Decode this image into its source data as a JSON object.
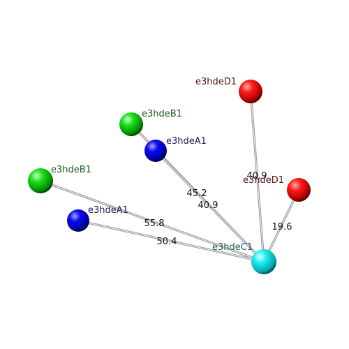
{
  "atoms": [
    {
      "id": "D1a",
      "label": "e3hdeD1",
      "element": "D",
      "color": "#ff0000",
      "label_color": "#5a1212"
    },
    {
      "id": "B1a",
      "label": "e3hdeB1",
      "element": "B",
      "color": "#00dd00",
      "label_color": "#1f5a1f"
    },
    {
      "id": "A1a",
      "label": "e3hdeA1",
      "element": "A",
      "color": "#0000ee",
      "label_color": "#1a1a5e"
    },
    {
      "id": "B1b",
      "label": "e3hdeB1",
      "element": "B",
      "color": "#00dd00",
      "label_color": "#1f5a1f"
    },
    {
      "id": "D1b",
      "label": "e3hdeD1",
      "element": "D",
      "color": "#ff0000",
      "label_color": "#5a1212"
    },
    {
      "id": "A1b",
      "label": "e3hdeA1",
      "element": "A",
      "color": "#0000ee",
      "label_color": "#1a1a5e"
    },
    {
      "id": "C1",
      "label": "e3hdeC1",
      "element": "C",
      "color": "#00e5ee",
      "label_color": "#1f5f5a"
    }
  ],
  "distances": [
    {
      "from": "D1a",
      "to": "C1",
      "value": "40.9"
    },
    {
      "from": "D1b",
      "to": "C1",
      "value": "19.6"
    },
    {
      "from": "B1a",
      "to": "C1",
      "value": "45.2"
    },
    {
      "from": "A1a",
      "to": "C1",
      "value": "40.9"
    },
    {
      "from": "B1b",
      "to": "C1",
      "value": "55.8"
    },
    {
      "from": "A1b",
      "to": "C1",
      "value": "50.4"
    }
  ]
}
